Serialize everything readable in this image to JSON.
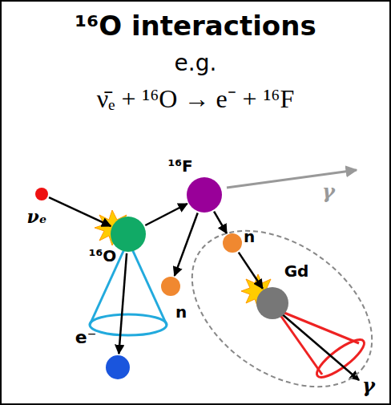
{
  "diagram": {
    "title": "¹⁶O interactions",
    "nodes": [
      {
        "text": [
          "νₑ"
        ]
      },
      {
        "text": [
          "¹⁶O"
        ]
      },
      {
        "text": [
          "¹⁶F"
        ]
      },
      {
        "text": [
          "n"
        ]
      },
      {
        "text": [
          "n"
        ]
      },
      {
        "text": [
          "Gd"
        ]
      },
      {
        "text": [
          "e⁻"
        ]
      }
    ],
    "edges": [
      {
        "from": 0,
        "to": 1,
        "arrow": "to"
      },
      {
        "from": 1,
        "to": 2,
        "arrow": "to"
      },
      {
        "from": 1,
        "to": 6,
        "arrow": "to"
      },
      {
        "from": 2,
        "to": 3,
        "arrow": "to"
      },
      {
        "from": 2,
        "to": 4,
        "arrow": "to"
      },
      {
        "from": 3,
        "to": 5,
        "arrow": "to"
      }
    ],
    "labels": [
      "e.g.",
      "ν̄ₑ + ¹⁶O → e⁻ + ¹⁶F",
      "γ",
      "γ"
    ]
  }
}
